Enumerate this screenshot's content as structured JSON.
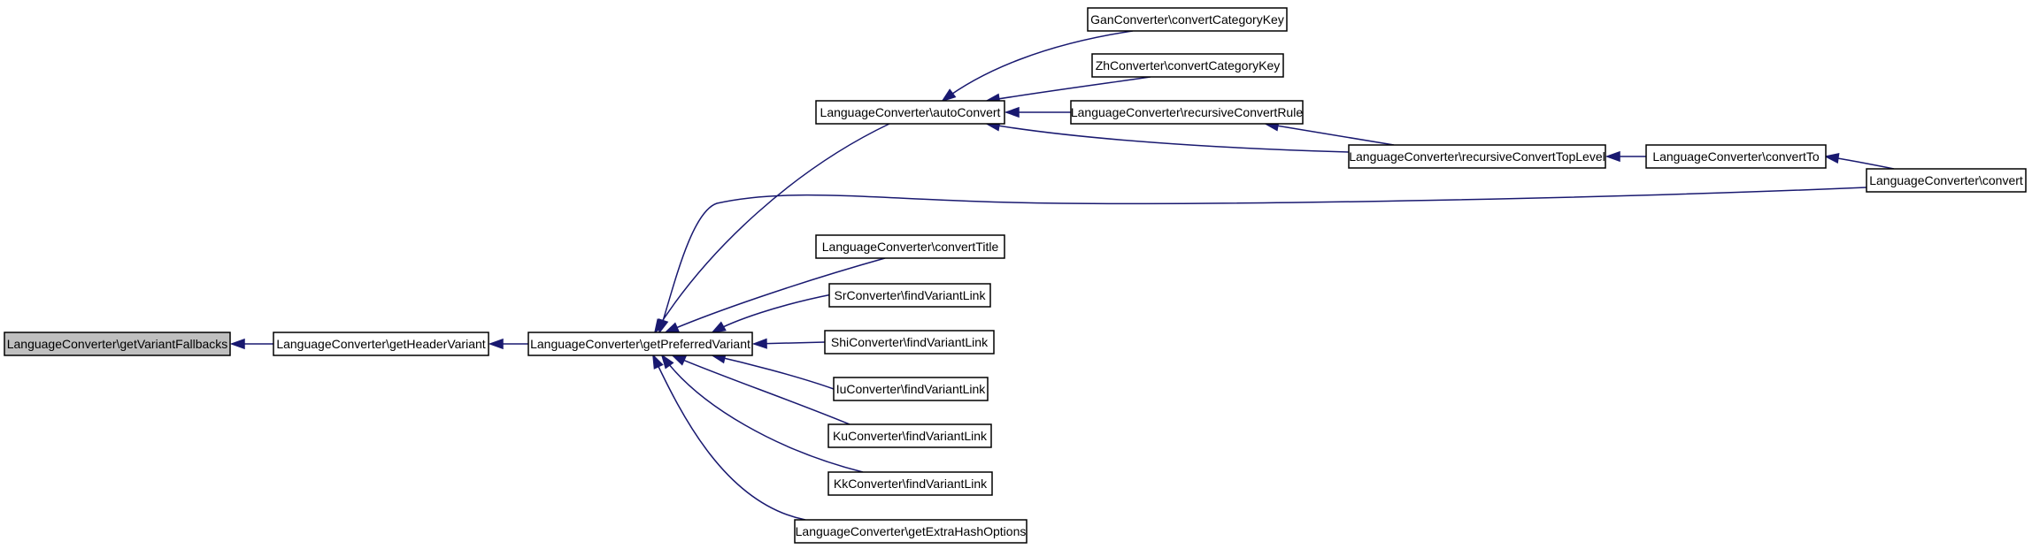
{
  "diagram": {
    "nodes": [
      {
        "id": "n0",
        "label": "LanguageConverter\\getVariantFallbacks",
        "root": true
      },
      {
        "id": "n1",
        "label": "LanguageConverter\\getHeaderVariant"
      },
      {
        "id": "n2",
        "label": "LanguageConverter\\getPreferredVariant"
      },
      {
        "id": "n3",
        "label": "LanguageConverter\\autoConvert"
      },
      {
        "id": "n4",
        "label": "GanConverter\\convertCategoryKey"
      },
      {
        "id": "n5",
        "label": "ZhConverter\\convertCategoryKey"
      },
      {
        "id": "n6",
        "label": "LanguageConverter\\recursiveConvertRule"
      },
      {
        "id": "n7",
        "label": "LanguageConverter\\recursiveConvertTopLevel"
      },
      {
        "id": "n8",
        "label": "LanguageConverter\\convertTo"
      },
      {
        "id": "n9",
        "label": "LanguageConverter\\convert"
      },
      {
        "id": "n10",
        "label": "LanguageConverter\\convertTitle"
      },
      {
        "id": "n11",
        "label": "SrConverter\\findVariantLink"
      },
      {
        "id": "n12",
        "label": "ShiConverter\\findVariantLink"
      },
      {
        "id": "n13",
        "label": "IuConverter\\findVariantLink"
      },
      {
        "id": "n14",
        "label": "KuConverter\\findVariantLink"
      },
      {
        "id": "n15",
        "label": "KkConverter\\findVariantLink"
      },
      {
        "id": "n16",
        "label": "LanguageConverter\\getExtraHashOptions"
      }
    ],
    "edges": [
      {
        "from": "n1",
        "to": "n0"
      },
      {
        "from": "n2",
        "to": "n1"
      },
      {
        "from": "n3",
        "to": "n2"
      },
      {
        "from": "n9",
        "to": "n2"
      },
      {
        "from": "n10",
        "to": "n2"
      },
      {
        "from": "n11",
        "to": "n2"
      },
      {
        "from": "n12",
        "to": "n2"
      },
      {
        "from": "n13",
        "to": "n2"
      },
      {
        "from": "n14",
        "to": "n2"
      },
      {
        "from": "n15",
        "to": "n2"
      },
      {
        "from": "n16",
        "to": "n2"
      },
      {
        "from": "n4",
        "to": "n3"
      },
      {
        "from": "n5",
        "to": "n3"
      },
      {
        "from": "n6",
        "to": "n3"
      },
      {
        "from": "n7",
        "to": "n3"
      },
      {
        "from": "n7",
        "to": "n6"
      },
      {
        "from": "n8",
        "to": "n7"
      },
      {
        "from": "n9",
        "to": "n8"
      }
    ],
    "colors": {
      "edge": "#191970",
      "node_border": "#000000",
      "node_fill": "#ffffff",
      "root_fill": "#bfbfbf"
    }
  }
}
